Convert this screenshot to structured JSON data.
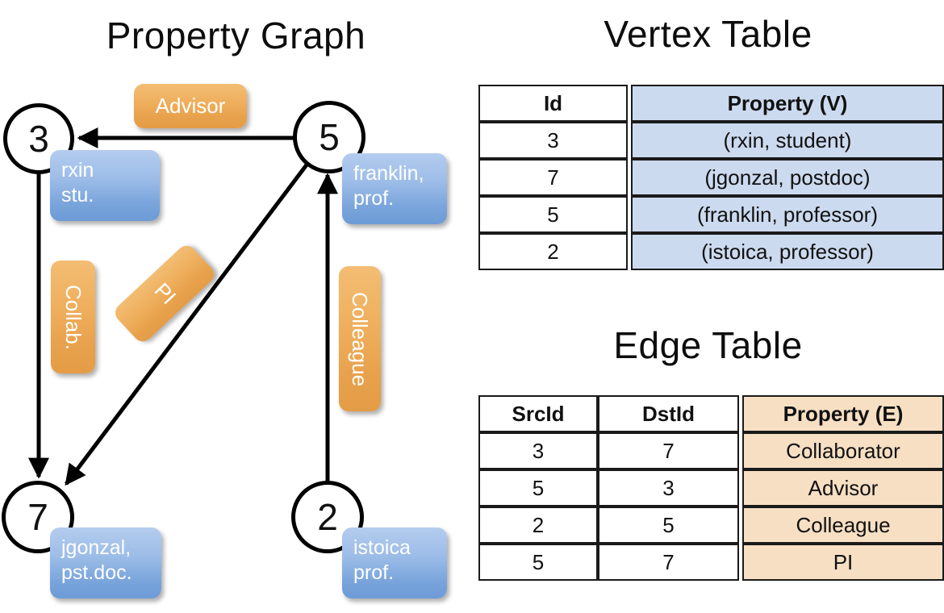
{
  "titles": {
    "graph": "Property Graph",
    "vertex_table": "Vertex Table",
    "edge_table": "Edge Table"
  },
  "colors": {
    "vertex_property_fill": "#ccdaef",
    "edge_property_fill": "#f7dfc4",
    "node_property_box": "#7aa5dc",
    "edge_label_box": "#eeae5c",
    "stroke": "#000000"
  },
  "graph": {
    "nodes": [
      {
        "id": "3",
        "property_line1": "rxin",
        "property_line2": "stu."
      },
      {
        "id": "5",
        "property_line1": "franklin,",
        "property_line2": "prof."
      },
      {
        "id": "7",
        "property_line1": "jgonzal,",
        "property_line2": "pst.doc."
      },
      {
        "id": "2",
        "property_line1": "istoica",
        "property_line2": "prof."
      }
    ],
    "edge_labels": [
      {
        "name": "advisor",
        "text": "Advisor"
      },
      {
        "name": "collab",
        "text": "Collab."
      },
      {
        "name": "pi",
        "text": "PI"
      },
      {
        "name": "colleague",
        "text": "Colleague"
      }
    ],
    "edges": [
      {
        "from": "5",
        "to": "3",
        "label": "Advisor"
      },
      {
        "from": "3",
        "to": "7",
        "label": "Collab."
      },
      {
        "from": "5",
        "to": "7",
        "label": "PI"
      },
      {
        "from": "2",
        "to": "5",
        "label": "Colleague"
      }
    ]
  },
  "vertex_table": {
    "headers": [
      "Id",
      "Property (V)"
    ],
    "rows": [
      {
        "id": "3",
        "property": "(rxin, student)"
      },
      {
        "id": "7",
        "property": "(jgonzal, postdoc)"
      },
      {
        "id": "5",
        "property": "(franklin, professor)"
      },
      {
        "id": "2",
        "property": "(istoica, professor)"
      }
    ]
  },
  "edge_table": {
    "headers": [
      "SrcId",
      "DstId",
      "Property (E)"
    ],
    "rows": [
      {
        "src": "3",
        "dst": "7",
        "property": "Collaborator"
      },
      {
        "src": "5",
        "dst": "3",
        "property": "Advisor"
      },
      {
        "src": "2",
        "dst": "5",
        "property": "Colleague"
      },
      {
        "src": "5",
        "dst": "7",
        "property": "PI"
      }
    ]
  }
}
